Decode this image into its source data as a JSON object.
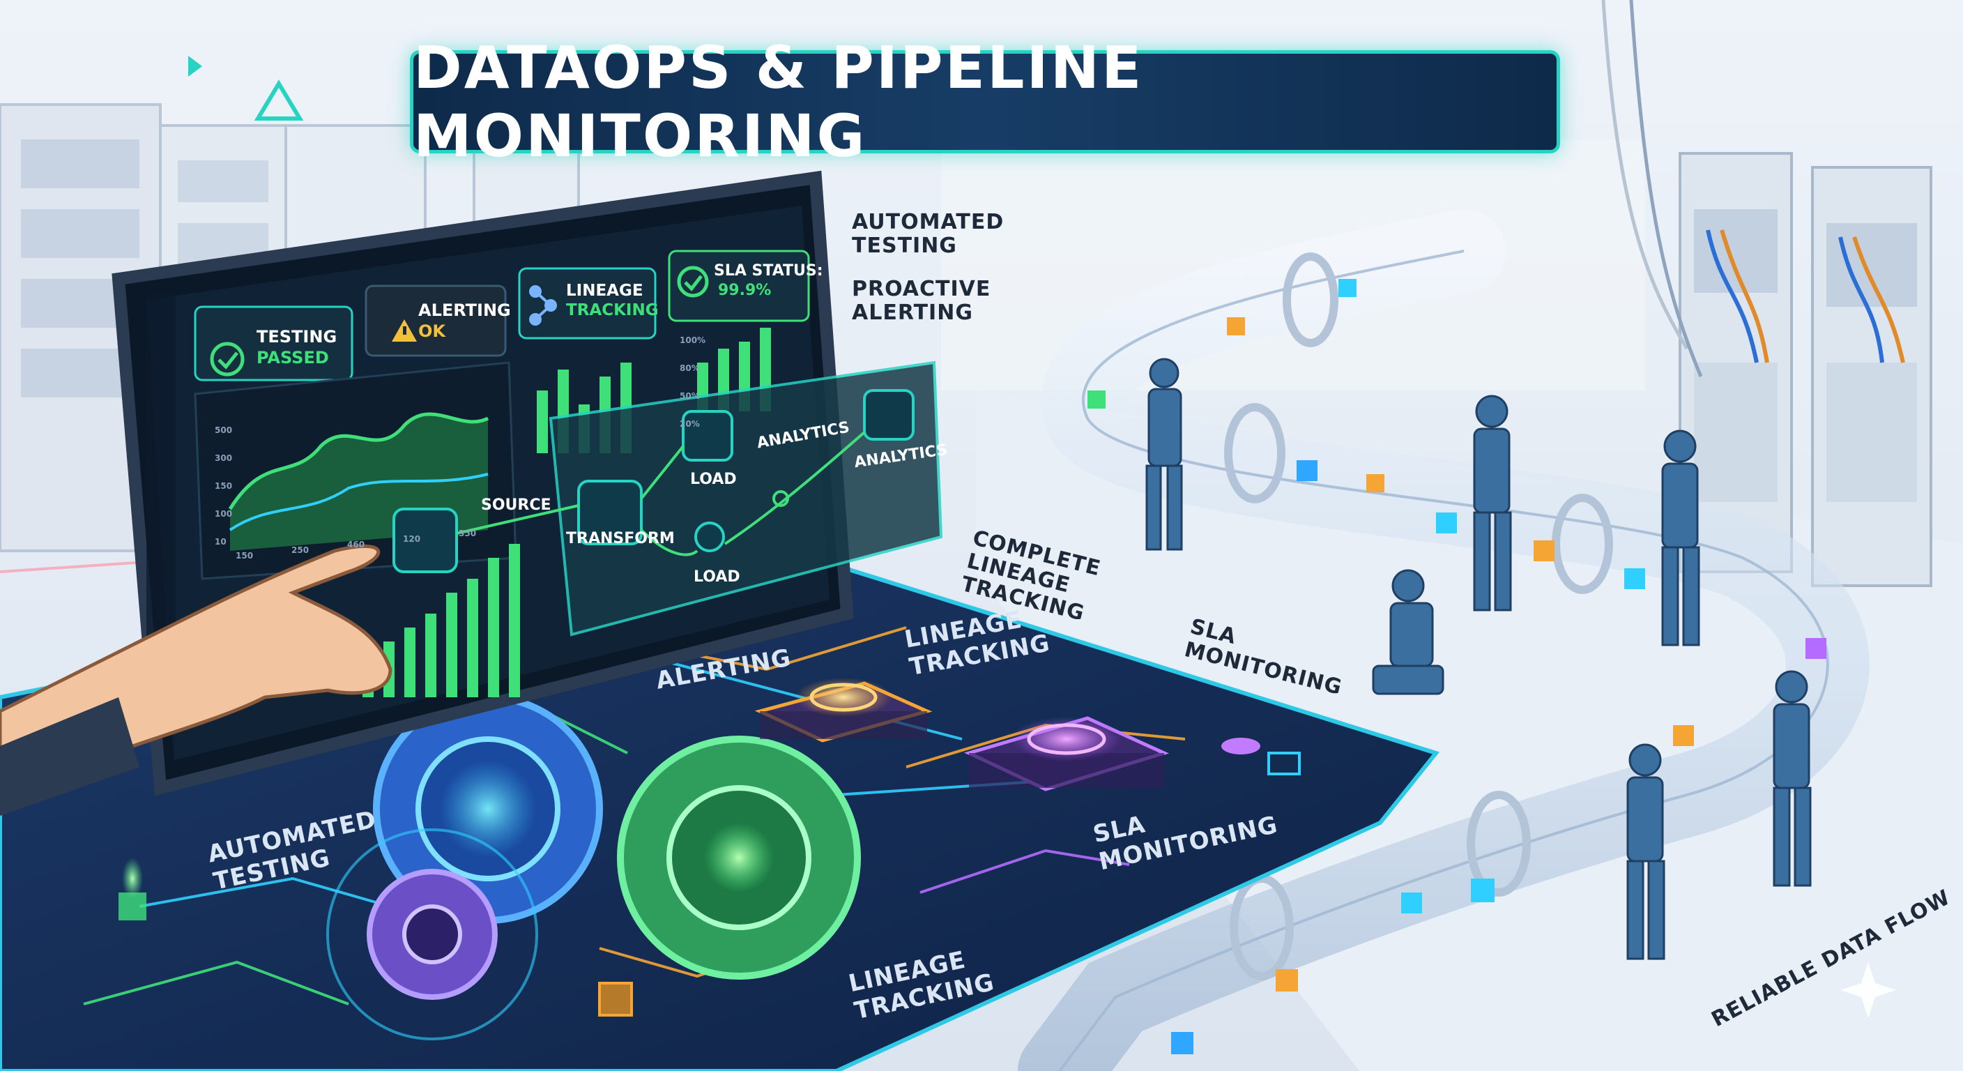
{
  "title": "DATAOPS & PIPELINE MONITORING",
  "side_labels": {
    "automated_testing": "AUTOMATED TESTING",
    "proactive_alerting": "PROACTIVE ALERTING",
    "complete_lineage": "COMPLETE LINEAGE TRACKING",
    "sla_monitoring": "SLA MONITORING",
    "reliable_flow": "RELIABLE DATA FLOW"
  },
  "dashboard": {
    "testing_title": "TESTING",
    "testing_status": "PASSED",
    "alerting_title": "ALERTING",
    "alerting_status": "OK",
    "lineage_title": "LINEAGE",
    "lineage_sub": "TRACKING",
    "sla_title": "SLA STATUS:",
    "sla_value": "99.9%",
    "chart_y_ticks": [
      "500",
      "300",
      "150",
      "100",
      "10"
    ],
    "chart_x_ticks": [
      "150",
      "250",
      "460",
      "120",
      "350"
    ],
    "bar_y_ticks": [
      "100%",
      "80%",
      "50%",
      "20%"
    ]
  },
  "pipeline_flow": {
    "source": "SOURCE",
    "transform": "TRANSFORM",
    "load_top": "LOAD",
    "load_bottom": "LOAD",
    "analytics_top": "ANALYTICS",
    "analytics_card": "ANALYTICS"
  },
  "floor_labels": {
    "alerting": "ALERTING",
    "lineage_top": "LINEAGE\nTRACKING",
    "automated_testing": "AUTOMATED\nTESTING",
    "sla_monitoring": "SLA\nMONITORING",
    "lineage_bottom": "LINEAGE\nTRACKING"
  },
  "colors": {
    "accent": "#27d3c3",
    "success": "#3fe07a",
    "warning": "#f3c03a",
    "screen_bg": "#0f2236",
    "floor_bg": "#12284a",
    "banner_bg": "#153459"
  },
  "icons": [
    "check-circle-icon",
    "warning-icon",
    "lineage-nodes-icon",
    "gear-icon",
    "hand-pointer-icon",
    "data-cube-icon"
  ]
}
